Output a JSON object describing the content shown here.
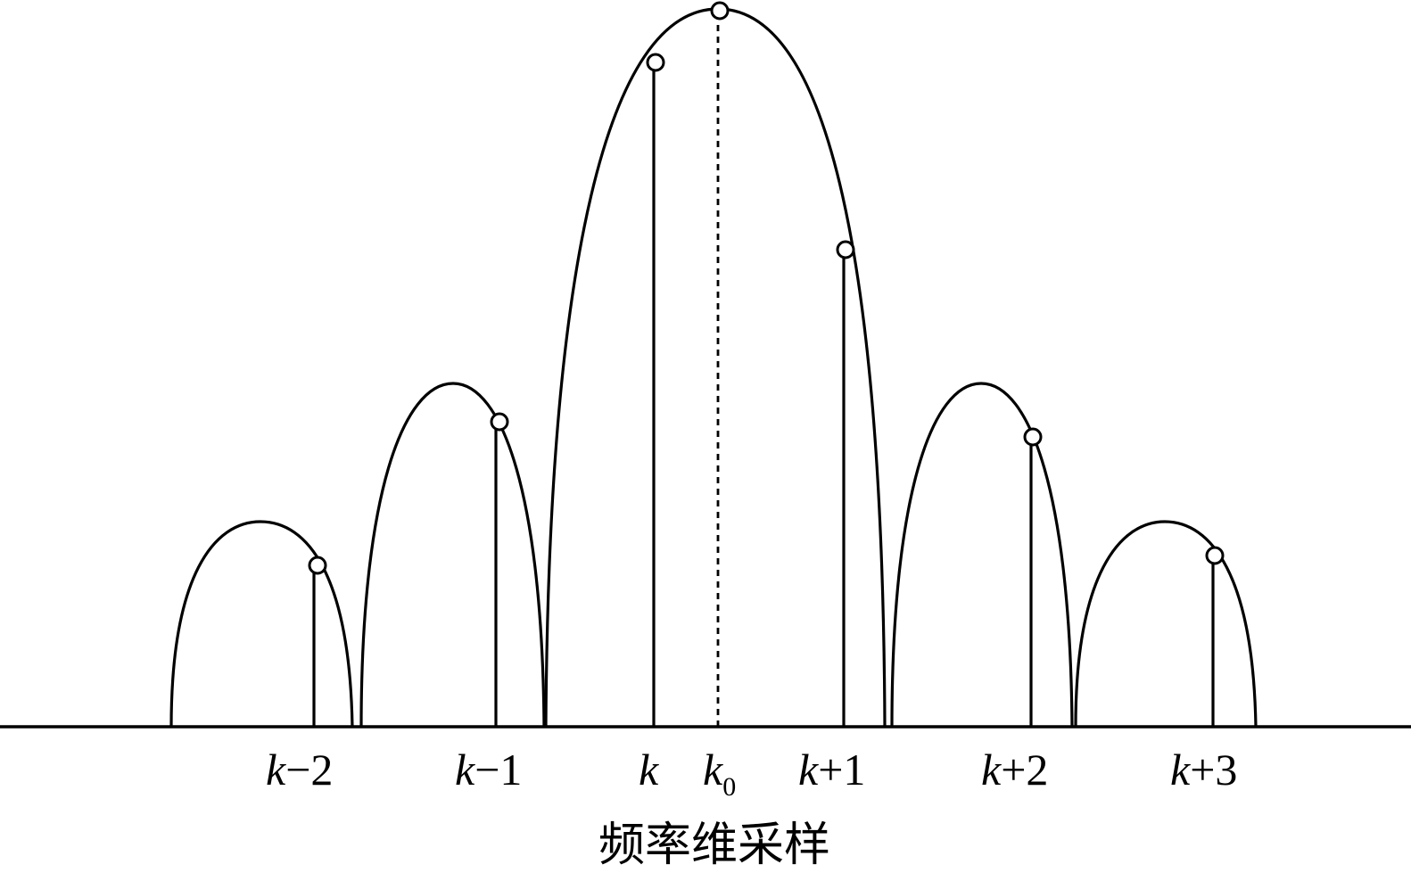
{
  "figure": {
    "tick_labels": [
      {
        "var": "k",
        "suffix": "−2"
      },
      {
        "var": "k",
        "suffix": "−1"
      },
      {
        "var": "k",
        "suffix": ""
      },
      {
        "var": "k",
        "sub": "0"
      },
      {
        "var": "k",
        "suffix": "+1"
      },
      {
        "var": "k",
        "suffix": "+2"
      },
      {
        "var": "k",
        "suffix": "+3"
      }
    ],
    "axis_title": "频率维采样"
  }
}
